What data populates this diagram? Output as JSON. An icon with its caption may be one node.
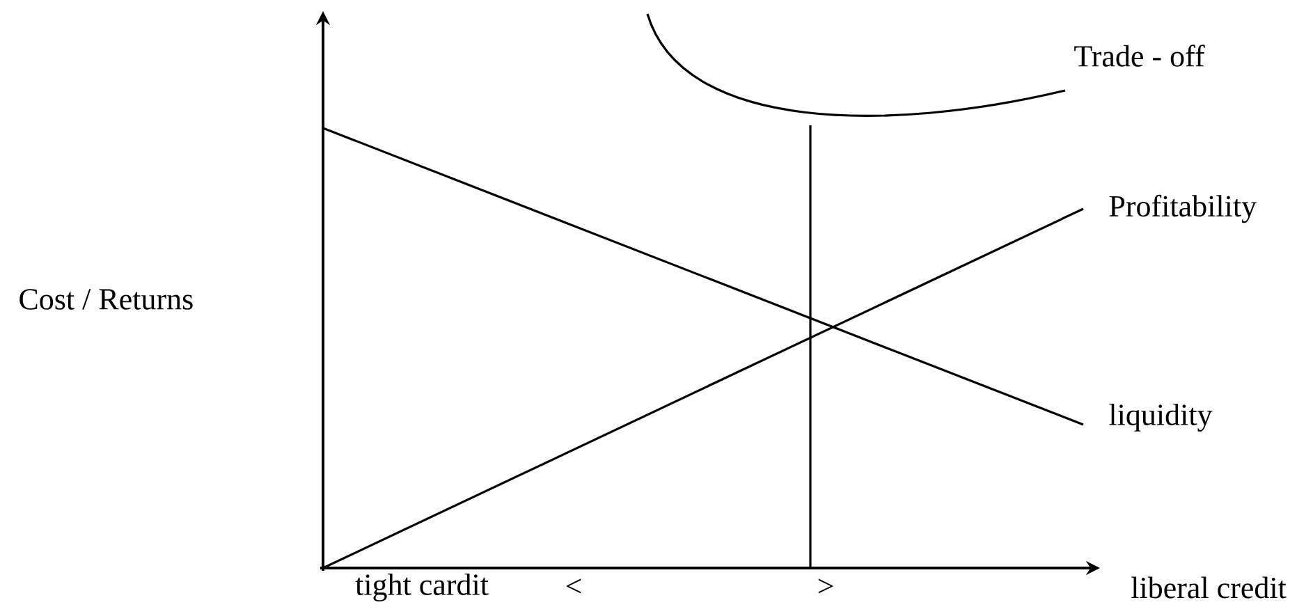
{
  "diagram": {
    "labels": [
      "Trade - off",
      "Profitability",
      "Cost / Returns",
      "liquidity",
      "tight cardit",
      "<",
      ">",
      "liberal credit"
    ]
  }
}
